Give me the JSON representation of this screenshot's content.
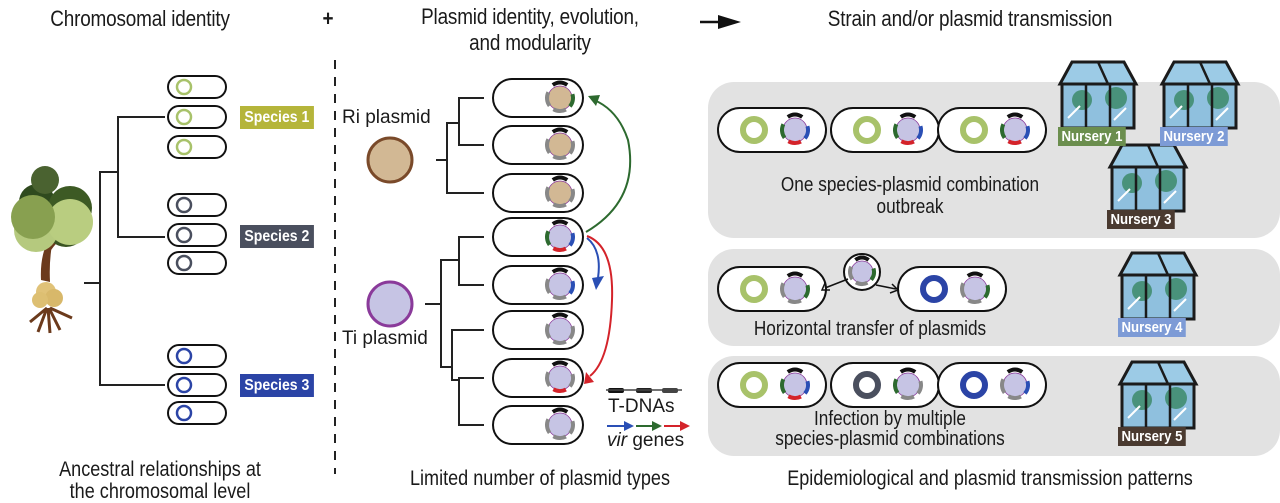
{
  "headings": {
    "chromosomal": "Chromosomal identity",
    "plus": "+",
    "plasmid_line1": "Plasmid identity, evolution,",
    "plasmid_line2": "and modularity",
    "transmission": "Strain and/or plasmid transmission"
  },
  "chromosomal": {
    "species": [
      {
        "label": "Species 1",
        "color": "#b5b53a",
        "ring_color": "#a8c26a"
      },
      {
        "label": "Species 2",
        "color": "#4a4f5e",
        "ring_color": "#4a4f5e"
      },
      {
        "label": "Species 3",
        "color": "#2b44a6",
        "ring_color": "#2b44a6"
      }
    ],
    "caption_line1": "Ancestral relationships at",
    "caption_line2": "the chromosomal level"
  },
  "plasmid": {
    "ri_label": "Ri plasmid",
    "ti_label": "Ti plasmid",
    "ri_color": "#d2b894",
    "ti_color": "#c6c4e4",
    "legend_tdna": "T-DNAs",
    "legend_vir_italic": "vir",
    "legend_vir_rest": " genes",
    "vir_colors": [
      "#2a4fb5",
      "#2d6a2f",
      "#d4232a"
    ],
    "caption": "Limited number of plasmid types"
  },
  "transmission": {
    "panels": [
      {
        "caption_line1": "One species-plasmid combination",
        "caption_line2": "outbreak",
        "nurseries": [
          {
            "label": "Nursery 1",
            "color": "#6b8e4e"
          },
          {
            "label": "Nursery 2",
            "color": "#7d9bd6"
          },
          {
            "label": "Nursery 3",
            "color": "#4a3a30"
          }
        ]
      },
      {
        "caption_line1": "Horizontal transfer of plasmids",
        "caption_line2": "",
        "nurseries": [
          {
            "label": "Nursery 4",
            "color": "#7d9bd6"
          }
        ]
      },
      {
        "caption_line1": "Infection by multiple",
        "caption_line2": "species-plasmid combinations",
        "nurseries": [
          {
            "label": "Nursery 5",
            "color": "#4a3a30"
          }
        ]
      }
    ],
    "caption": "Epidemiological and plasmid transmission patterns"
  }
}
